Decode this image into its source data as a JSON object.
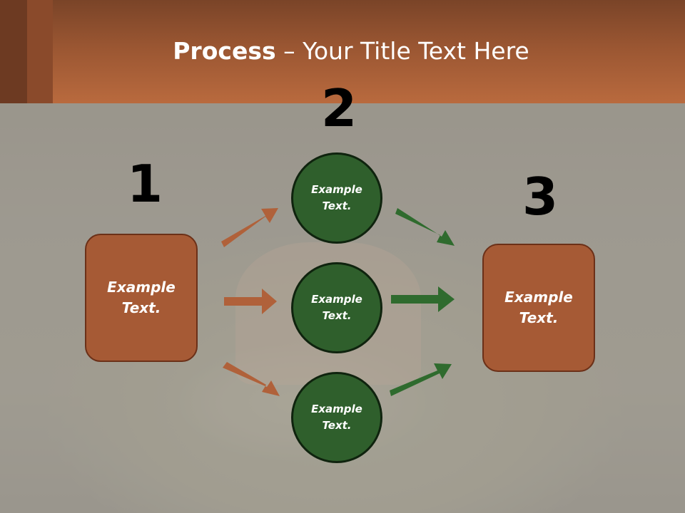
{
  "slide": {
    "title_bold": "Process",
    "title_rest": " – Your Title Text Here"
  },
  "steps": {
    "one": "1",
    "two": "2",
    "three": "3"
  },
  "boxes": {
    "left": {
      "text_line1": "Example",
      "text_line2": "Text."
    },
    "right": {
      "text_line1": "Example",
      "text_line2": "Text."
    }
  },
  "circles": [
    {
      "text_line1": "Example",
      "text_line2": "Text."
    },
    {
      "text_line1": "Example",
      "text_line2": "Text."
    },
    {
      "text_line1": "Example",
      "text_line2": "Text."
    }
  ],
  "colors": {
    "header": "#b96a3e",
    "box_fill": "#a65a35",
    "circle_fill": "#2f5f2c",
    "arrow_left": "#b0613a",
    "arrow_right": "#2f6b2e"
  }
}
